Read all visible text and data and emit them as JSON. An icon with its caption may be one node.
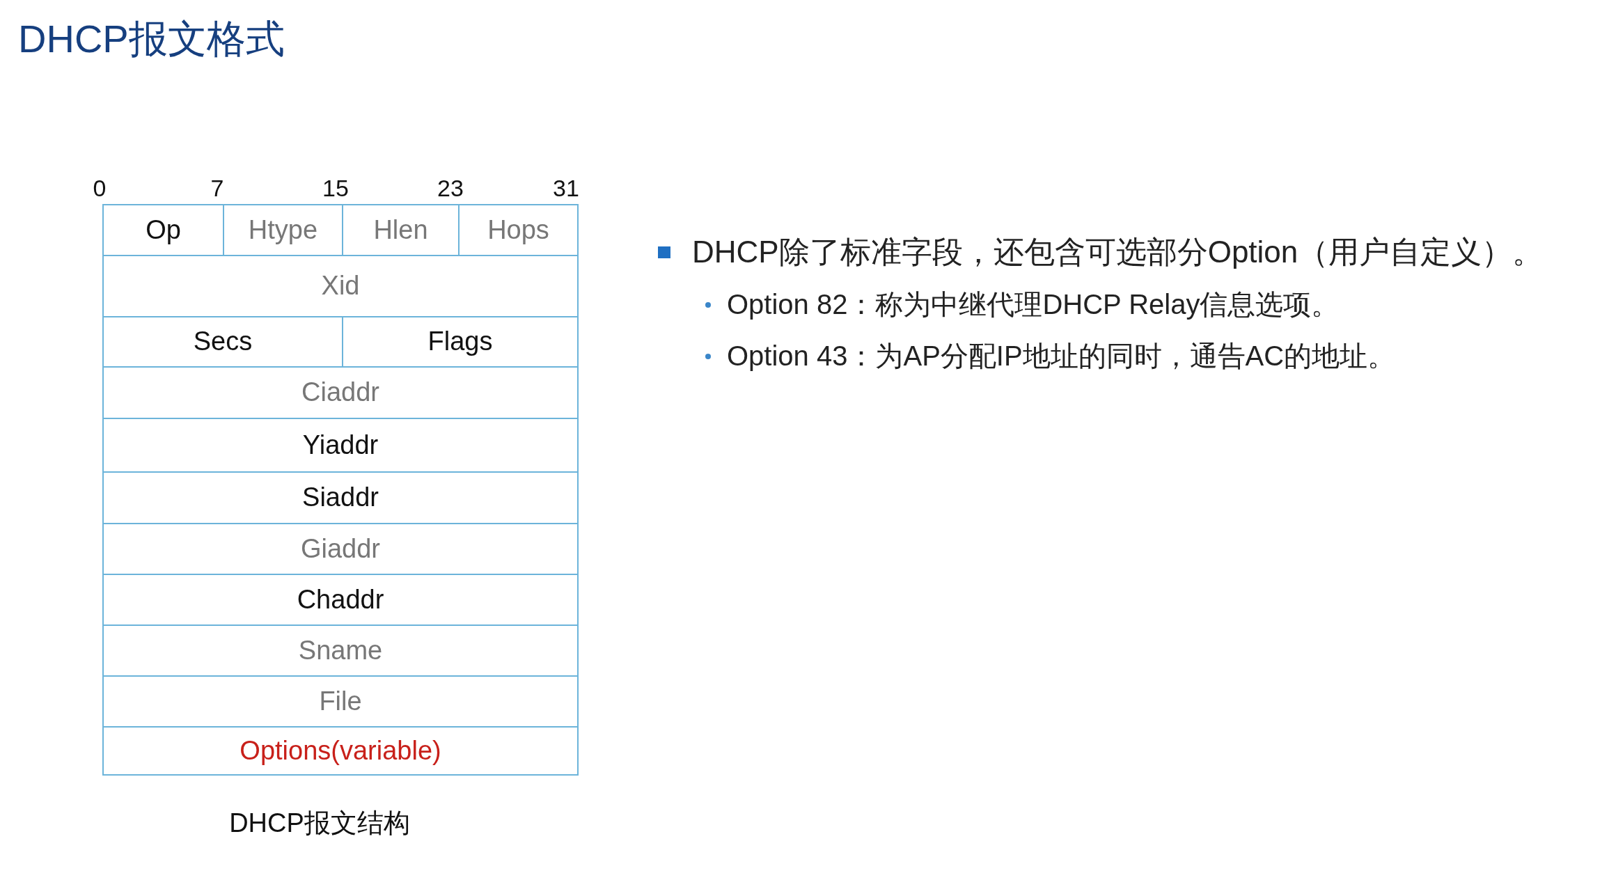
{
  "diagram": {
    "title": "DHCP报文格式",
    "caption": "DHCP报文结构",
    "nodes": [
      {
        "text": [
          "Op"
        ]
      },
      {
        "text": [
          "Htype"
        ]
      },
      {
        "text": [
          "Hlen"
        ]
      },
      {
        "text": [
          "Hops"
        ]
      },
      {
        "text": [
          "Xid"
        ]
      },
      {
        "text": [
          "Secs"
        ]
      },
      {
        "text": [
          "Flags"
        ]
      },
      {
        "text": [
          "Ciaddr"
        ]
      },
      {
        "text": [
          "Yiaddr"
        ]
      },
      {
        "text": [
          "Siaddr"
        ]
      },
      {
        "text": [
          "Giaddr"
        ]
      },
      {
        "text": [
          "Chaddr"
        ]
      },
      {
        "text": [
          "Sname"
        ]
      },
      {
        "text": [
          "File"
        ]
      },
      {
        "text": [
          "Options(variable)"
        ]
      }
    ],
    "labels": [
      "0",
      "7",
      "15",
      "23",
      "31",
      "DHCP除了标准字段，还包含可选部分Option（用户自定义）。",
      "Option 82：称为中继代理DHCP Relay信息选项。",
      "Option 43：为AP分配IP地址的同时，通告AC的地址。"
    ]
  }
}
